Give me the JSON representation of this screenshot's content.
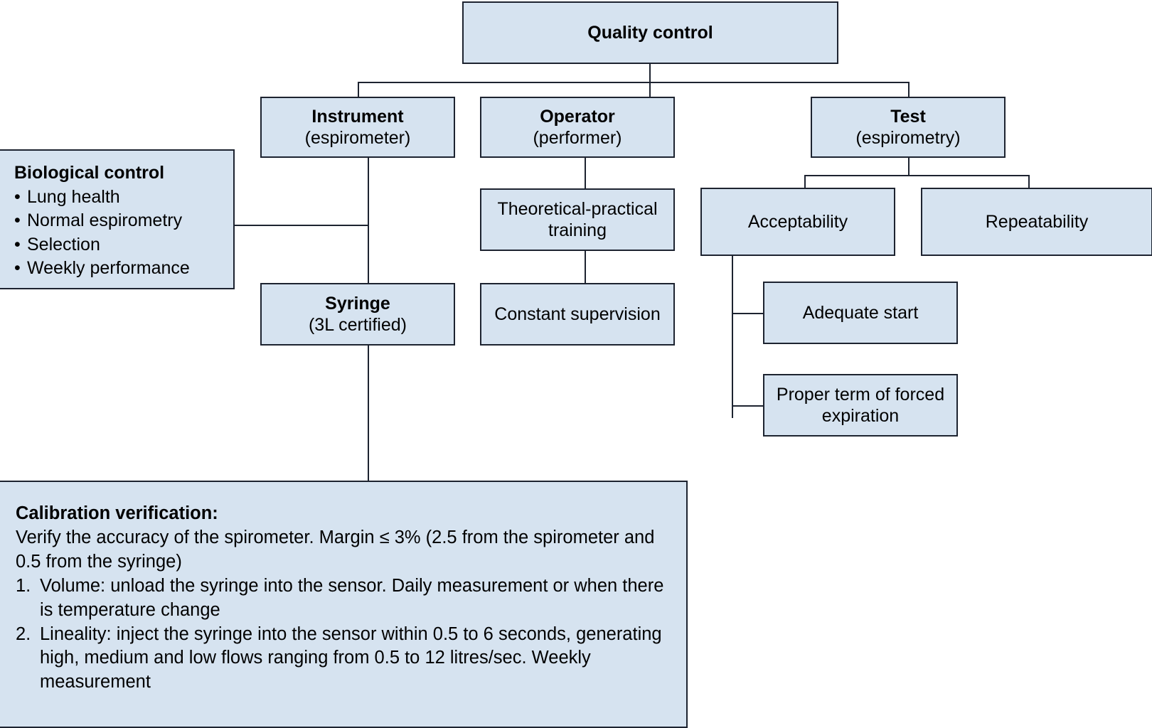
{
  "diagram": {
    "type": "flowchart",
    "title": "Quality control",
    "palette": {
      "node_fill": "#d6e3f0",
      "node_border": "#1d2330",
      "background": "#ffffff",
      "text": "#000000"
    },
    "nodes": {
      "quality_control": {
        "title": "Quality control",
        "subtitle": ""
      },
      "instrument": {
        "title": "Instrument",
        "subtitle": "(espirometer)"
      },
      "operator": {
        "title": "Operator",
        "subtitle": "(performer)"
      },
      "test": {
        "title": "Test",
        "subtitle": "(espirometry)"
      },
      "biological_control": {
        "title": "Biological control",
        "items": [
          "Lung health",
          "Normal espirometry",
          "Selection",
          "Weekly performance"
        ],
        "bullet": "•"
      },
      "training": {
        "title": "Theoretical-practical training",
        "subtitle": ""
      },
      "supervision": {
        "title": "Constant supervision",
        "subtitle": ""
      },
      "syringe": {
        "title": "Syringe",
        "subtitle": "(3L certified)"
      },
      "acceptability": {
        "title": "Acceptability",
        "subtitle": ""
      },
      "repeatability": {
        "title": "Repeatability",
        "subtitle": ""
      },
      "adequate_start": {
        "title": "Adequate start",
        "subtitle": ""
      },
      "forced_expiration": {
        "title": "Proper term of forced expiration",
        "subtitle": ""
      },
      "calibration": {
        "title": "Calibration verification:",
        "paragraph": "Verify the accuracy of the spirometer. Margin ≤ 3% (2.5 from the spirometer and 0.5 from the syringe)",
        "steps": [
          {
            "num": "1.",
            "text": "Volume: unload the syringe into the sensor. Daily measurement or when there is temperature change"
          },
          {
            "num": "2.",
            "text": "Lineality: inject the syringe into the sensor within 0.5 to 6 seconds, generating high, medium and low flows ranging from 0.5 to 12 litres/sec. Weekly measurement"
          }
        ]
      }
    }
  }
}
